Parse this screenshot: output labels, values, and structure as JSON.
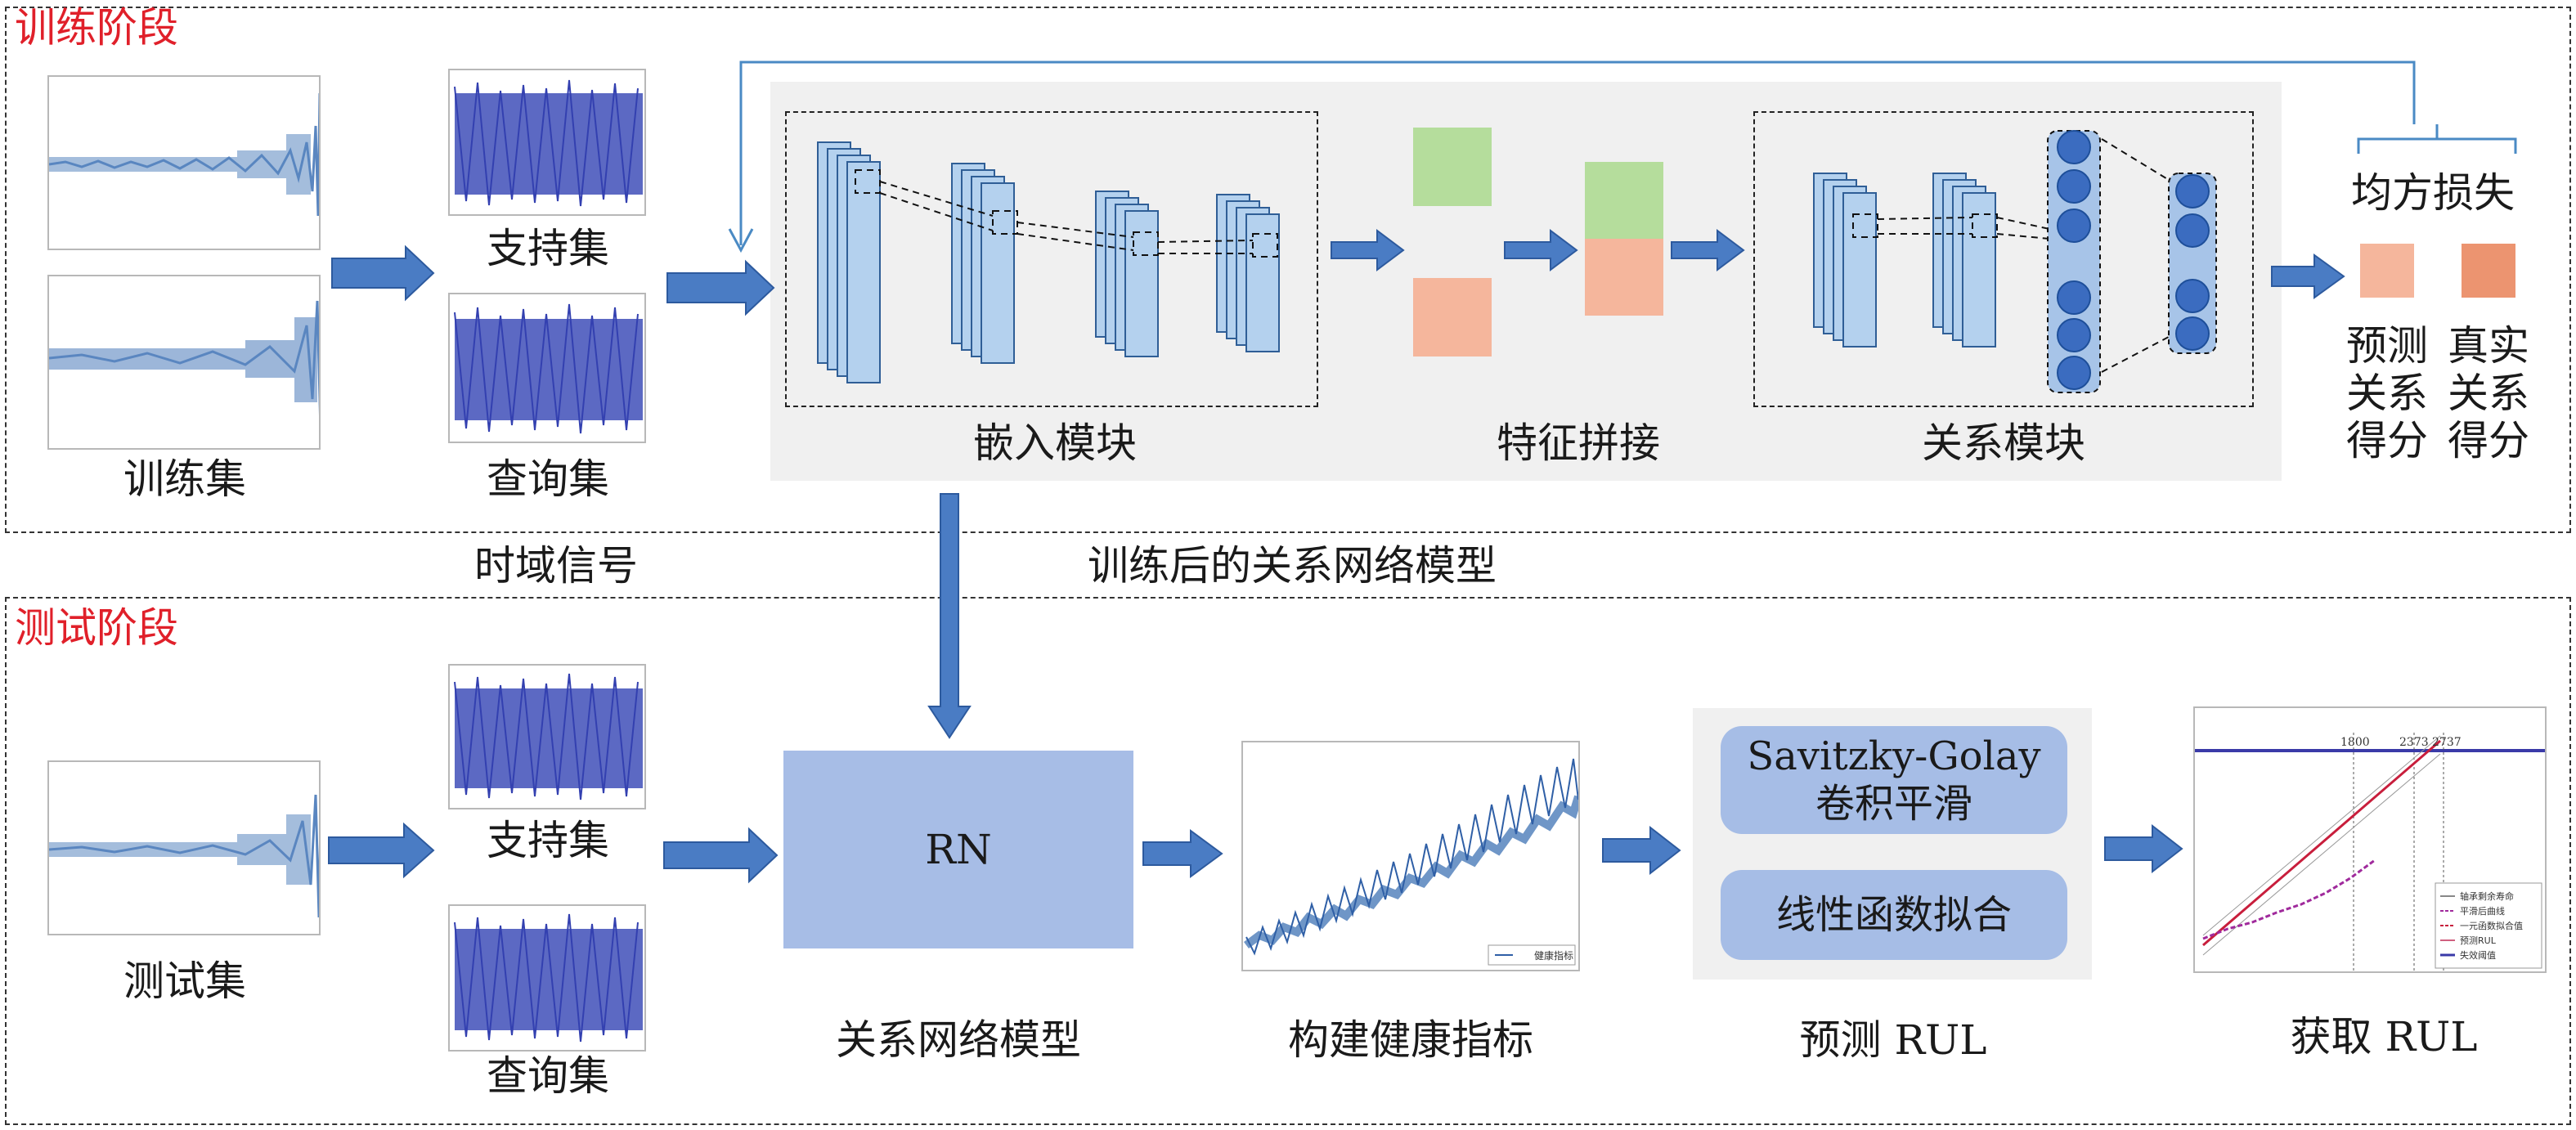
{
  "training": {
    "title": "训练阶段",
    "train_set_label": "训练集",
    "support_set_label": "支持集",
    "query_set_label": "查询集",
    "embedding_label": "嵌入模块",
    "concat_label": "特征拼接",
    "relation_label": "关系模块",
    "loss_label": "均方损失",
    "pred_score_label": "预测关系得分",
    "true_score_label": "真实关系得分"
  },
  "between": {
    "signal_label": "时域信号",
    "trained_model_label": "训练后的关系网络模型"
  },
  "testing": {
    "title": "测试阶段",
    "test_set_label": "测试集",
    "support_set_label": "支持集",
    "query_set_label": "查询集",
    "rn_label": "RN",
    "rn_caption": "关系网络模型",
    "health_caption": "构建健康指标",
    "health_legend": "健康指标",
    "sg_label": "Savitzky-Golay\n卷积平滑",
    "fit_label": "线性函数拟合",
    "predict_caption": "预测 RUL",
    "obtain_caption": "获取 RUL",
    "rul_ticks": [
      "1800",
      "2373",
      "2737"
    ],
    "rul_legend": [
      "轴承剩余寿命",
      "平滑后曲线",
      "一元函数拟合值",
      "预测RUL",
      "失效阈值"
    ]
  },
  "colors": {
    "stage_title": "#e0202a",
    "arrow": "#4a7cc4",
    "cnn_layer": "#b4d1ee",
    "green_feature": "#b5dd9c",
    "salmon_feature": "#f5b69c",
    "true_score": "#ec9470",
    "rn_box": "#a7bde6",
    "node": "#3b6cc0"
  }
}
